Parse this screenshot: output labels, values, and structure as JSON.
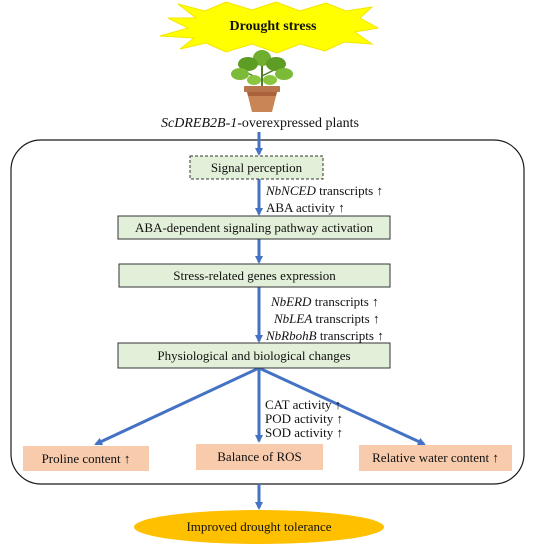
{
  "header": {
    "drought_stress": "Drought stress",
    "plant_gene": "ScDREB2B-1",
    "plant_suffix": "-overexpressed plants"
  },
  "steps": {
    "signal_perception": "Signal perception",
    "aba_pathway": "ABA-dependent signaling pathway activation",
    "stress_genes": "Stress-related genes expression",
    "physiological": "Physiological and biological changes"
  },
  "annotations": {
    "nced_gene": "NbNCED",
    "nced_text": " transcripts ↑",
    "aba_activity": "ABA activity ↑",
    "erd_gene": "NbERD",
    "erd_text": " transcripts ↑",
    "lea_gene": "NbLEA",
    "lea_text": " transcripts ↑",
    "rbohb_gene": "NbRbohB",
    "rbohb_text": " transcripts ↑",
    "cat": "CAT activity ↑",
    "pod": "POD activity ↑",
    "sod": "SOD activity ↑"
  },
  "outcomes": {
    "proline": "Proline content ↑",
    "ros": "Balance of ROS",
    "water": "Relative water content ↑"
  },
  "result": {
    "tolerance": "Improved drought tolerance"
  },
  "colors": {
    "arrow": "#4472C4",
    "green_box": "#E2EFD9",
    "salmon_box": "#F8CBAD",
    "burst": "#FFFF00",
    "ellipse": "#FFC000"
  }
}
